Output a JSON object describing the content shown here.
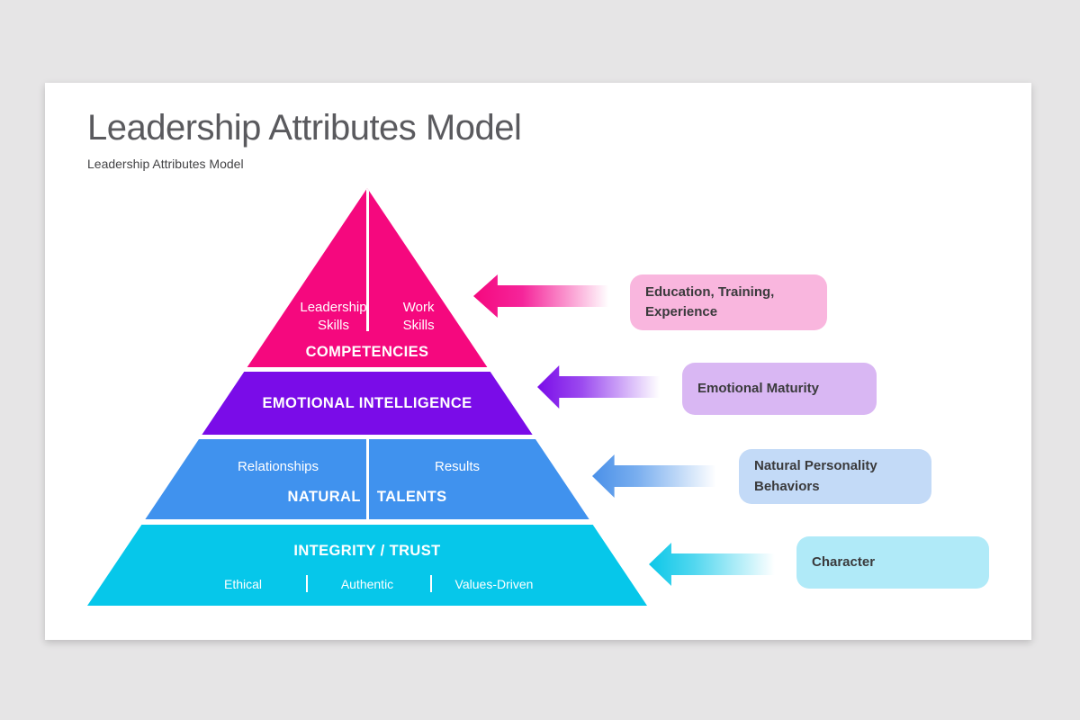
{
  "header": {
    "title": "Leadership Attributes Model",
    "subtitle": "Leadership Attributes Model"
  },
  "pyramid": {
    "level1": {
      "name": "COMPETENCIES",
      "left_label_line1": "Leadership",
      "left_label_line2": "Skills",
      "right_label_line1": "Work",
      "right_label_line2": "Skills",
      "color": "#f5087e"
    },
    "level2": {
      "name": "EMOTIONAL INTELLIGENCE",
      "color": "#7a0ce8"
    },
    "level3": {
      "name_left": "NATURAL",
      "name_right": "TALENTS",
      "left_label": "Relationships",
      "right_label": "Results",
      "color": "#4092ee"
    },
    "level4": {
      "name": "INTEGRITY / TRUST",
      "items": [
        "Ethical",
        "Authentic",
        "Values-Driven"
      ],
      "color": "#06c7ea"
    }
  },
  "callouts": {
    "competencies": {
      "line1": "Education, Training,",
      "line2": "Experience",
      "box_color": "#f9b6de",
      "arrow_color": "#f5087e"
    },
    "emotional": {
      "line1": "Emotional Maturity",
      "box_color": "#d9b7f3",
      "arrow_color": "#7a0ce8"
    },
    "talents": {
      "line1": "Natural Personality",
      "line2": "Behaviors",
      "box_color": "#c3daf7",
      "arrow_color": "#4a90e8"
    },
    "integrity": {
      "line1": "Character",
      "box_color": "#b0eaf8",
      "arrow_color": "#0bc7e8"
    }
  }
}
